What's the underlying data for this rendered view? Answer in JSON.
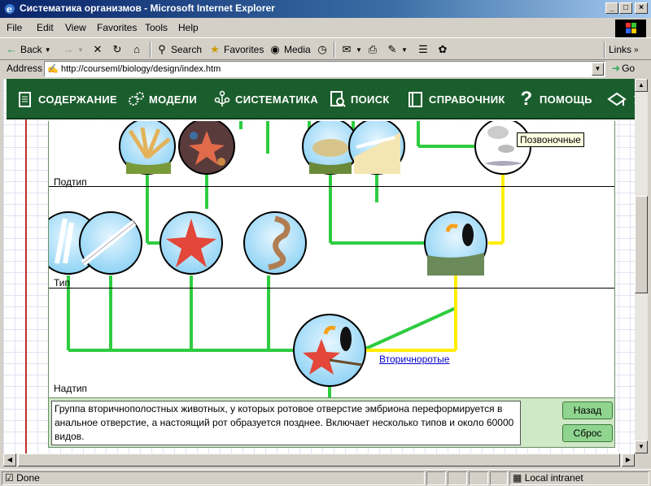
{
  "window": {
    "title": "Систематика организмов - Microsoft Internet Explorer"
  },
  "menu": {
    "file": "File",
    "edit": "Edit",
    "view": "View",
    "favorites": "Favorites",
    "tools": "Tools",
    "help": "Help"
  },
  "toolbar": {
    "back": "Back",
    "search": "Search",
    "favorites": "Favorites",
    "media": "Media"
  },
  "address": {
    "label": "Address",
    "url": "http://courseml/biology/design/index.htm",
    "go": "Go",
    "links": "Links"
  },
  "nav": {
    "contents": "СОДЕРЖАНИЕ",
    "models": "МОДЕЛИ",
    "systematics": "СИСТЕМАТИКА",
    "search": "ПОИСК",
    "reference": "СПРАВОЧНИК",
    "help": "ПОМОЩЬ",
    "cut": "У"
  },
  "tree": {
    "ranks": {
      "subtype": "Подтип",
      "type": "Тип",
      "supertype": "Надтип"
    },
    "tooltip": "Позвоночные",
    "link": "Вторичноротые"
  },
  "description": "Группа вторичнополостных животных, у которых ротовое отверстие эмбриона переформируется в анальное отверстие, а настоящий рот образуется позднее. Включает несколько типов и около 60000 видов.",
  "buttons": {
    "back": "Назад",
    "reset": "Сброс"
  },
  "status": {
    "text": "Done",
    "zone": "Local intranet"
  },
  "colors": {
    "tree_line": "#2ecc40",
    "highlight_line": "#ffee00",
    "nav_bg": "#1b5e2d"
  }
}
